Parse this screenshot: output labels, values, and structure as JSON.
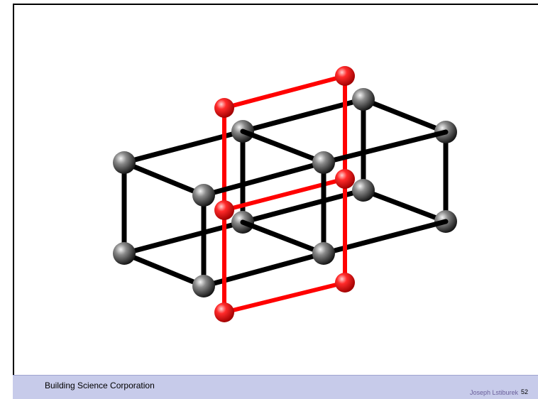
{
  "footer": {
    "organization": "Building Science Corporation",
    "author": "Joseph Lstiburek",
    "page_number": "52"
  },
  "colors": {
    "background": "#ffffff",
    "frame": "#000000",
    "lattice_bonds": "#000000",
    "lattice_atoms": "#555555",
    "highlight_plane": "#ff0000",
    "footer_band": "#c7cbea"
  }
}
